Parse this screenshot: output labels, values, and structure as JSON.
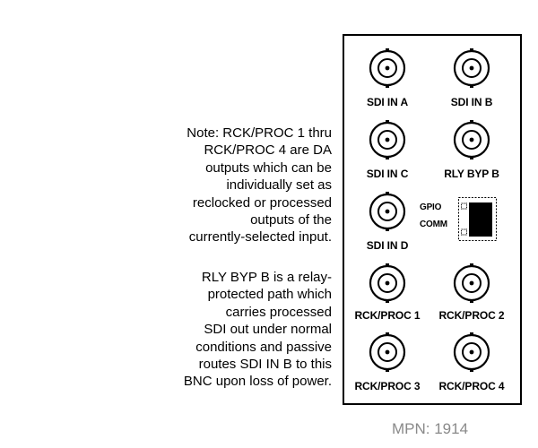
{
  "notes": [
    {
      "lines": [
        "Note: RCK/PROC 1 thru",
        "RCK/PROC 4 are DA",
        "outputs which can be",
        "individually set as",
        "reclocked or processed",
        "outputs of the",
        "currently-selected input."
      ]
    },
    {
      "lines": [
        "RLY BYP B is a relay-",
        "protected path which",
        "carries processed",
        "SDI out under normal",
        "conditions and passive",
        "routes SDI IN B to this",
        "BNC upon loss of power."
      ]
    }
  ],
  "panel": {
    "connectors": [
      {
        "label": "SDI IN A"
      },
      {
        "label": "SDI IN B"
      },
      {
        "label": "SDI IN C"
      },
      {
        "label": "RLY BYP B"
      },
      {
        "label": "SDI IN D"
      },
      {
        "label": "RCK/PROC 1"
      },
      {
        "label": "RCK/PROC 2"
      },
      {
        "label": "RCK/PROC 3"
      },
      {
        "label": "RCK/PROC 4"
      }
    ],
    "gpio_label": "GPIO",
    "comm_label": "COMM"
  },
  "mpn": "MPN: 1914"
}
